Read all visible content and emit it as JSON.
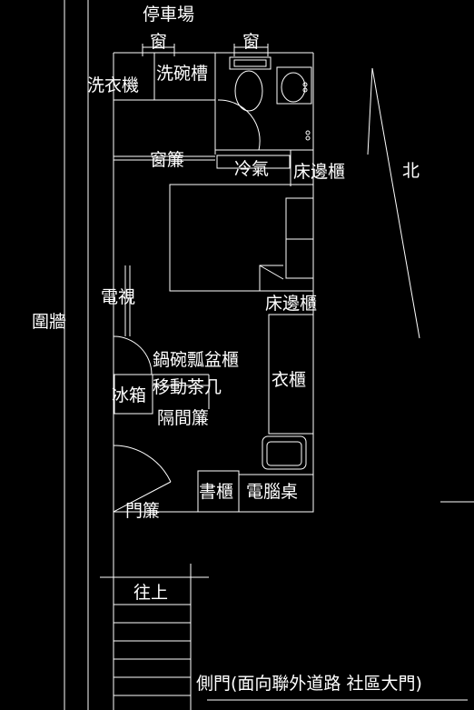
{
  "labels": {
    "parking": "停車場",
    "window_left": "窗",
    "window_right": "窗",
    "washing_machine": "洗衣機",
    "sink": "洗碗槽",
    "curtain": "窗簾",
    "aircon": "冷氣",
    "bedside_top": "床邊櫃",
    "north": "北",
    "tv": "電視",
    "bedside_mid": "床邊櫃",
    "fence": "圍牆",
    "pots_cabinet": "鍋碗瓢盆櫃",
    "movable_table": "移動茶几",
    "wardrobe": "衣櫃",
    "fridge": "冰箱",
    "partition_curtain": "隔間簾",
    "bookcase": "書櫃",
    "computer_desk": "電腦桌",
    "door_curtain": "門簾",
    "upstairs": "往上",
    "side_door": "側門(面向聯外道路 社區大門)"
  }
}
